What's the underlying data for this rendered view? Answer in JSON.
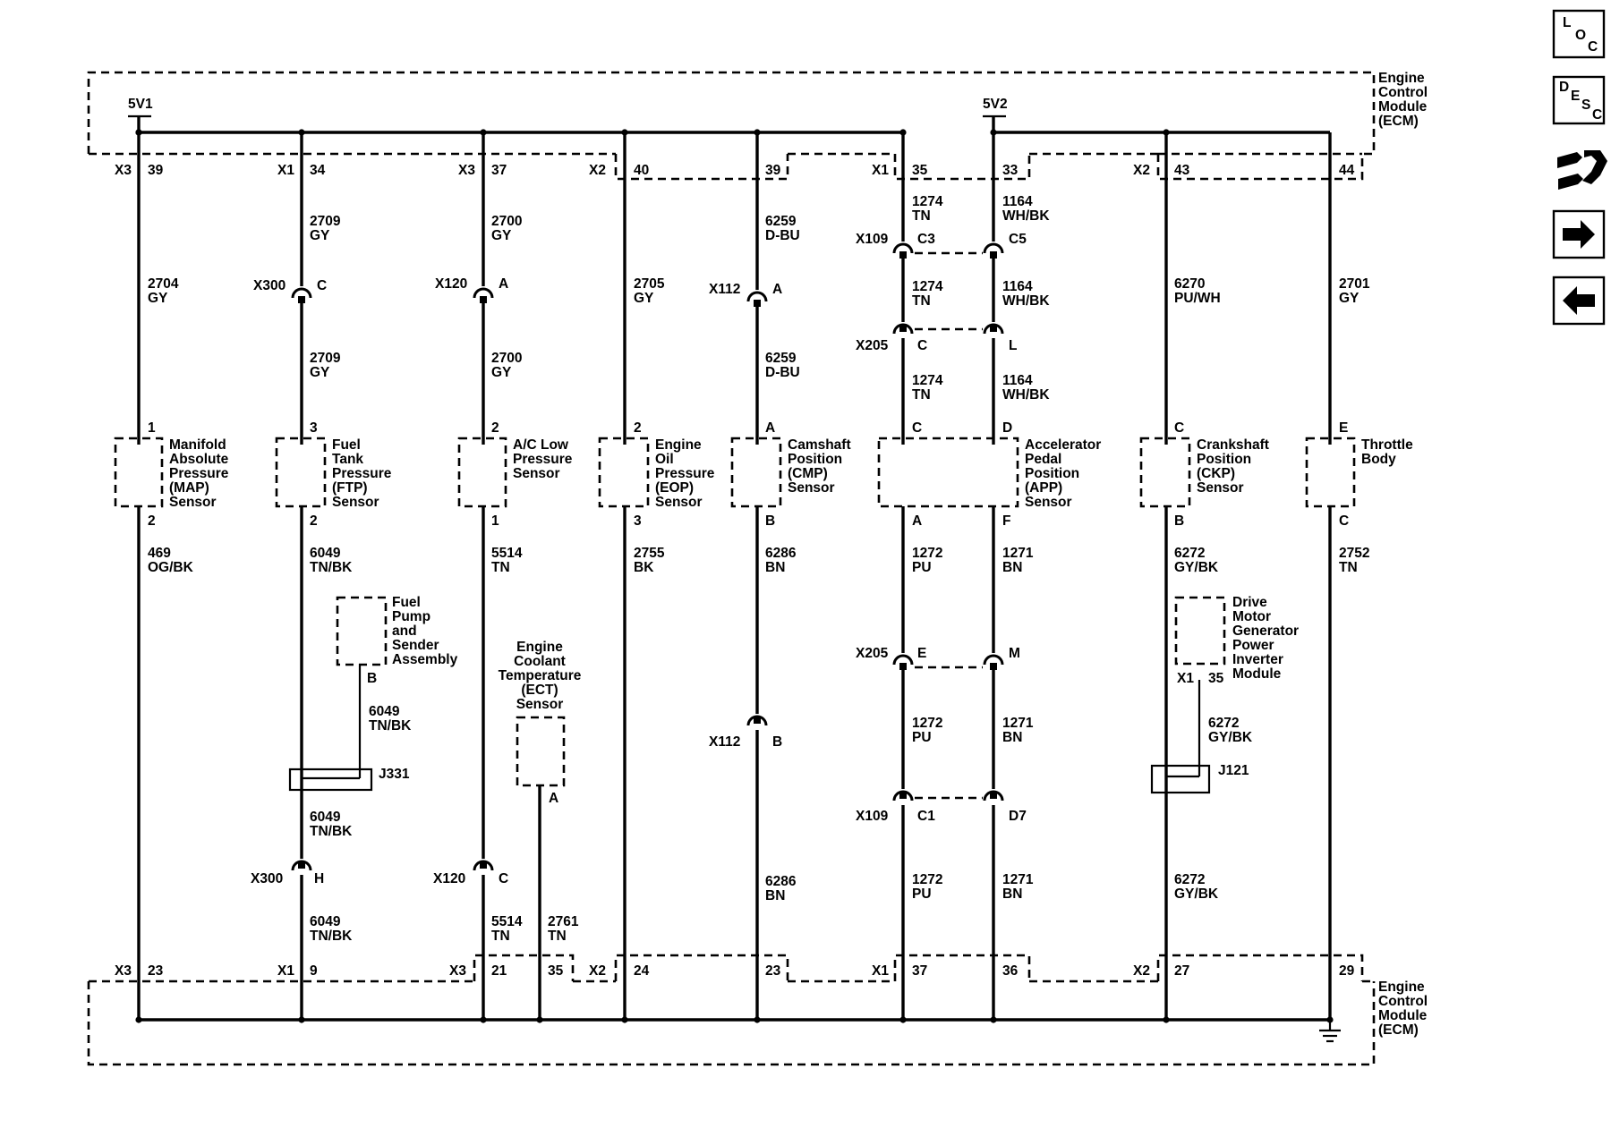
{
  "module": {
    "name_lines": [
      "Engine",
      "Control",
      "Module",
      "(ECM)"
    ]
  },
  "power": {
    "v1": "5V1",
    "v2": "5V2"
  },
  "top_pins": {
    "map": [
      "X3",
      "39"
    ],
    "ftp": [
      "X1",
      "34"
    ],
    "ac": [
      "X3",
      "37"
    ],
    "eop": [
      "X2",
      "40"
    ],
    "cmp": [
      "39"
    ],
    "app_c": [
      "X1",
      "35"
    ],
    "app_d": [
      "33"
    ],
    "ckp": [
      "X2",
      "43"
    ],
    "tb": [
      "44"
    ]
  },
  "bottom_pins": {
    "map": [
      "X3",
      "23"
    ],
    "ftp": [
      "X1",
      "9"
    ],
    "ac": [
      "X3",
      "21"
    ],
    "ect": [
      "35"
    ],
    "eop": [
      "X2",
      "24"
    ],
    "cmp": [
      "23"
    ],
    "app_a": [
      "X1",
      "37"
    ],
    "app_f": [
      "36"
    ],
    "ckp": [
      "X2",
      "27"
    ],
    "tb": [
      "29"
    ]
  },
  "wires": {
    "map_top": [
      "2704",
      "GY"
    ],
    "ftp_top1": [
      "2709",
      "GY"
    ],
    "ftp_top2": [
      "2709",
      "GY"
    ],
    "ac_top1": [
      "2700",
      "GY"
    ],
    "ac_top2": [
      "2700",
      "GY"
    ],
    "eop_top": [
      "2705",
      "GY"
    ],
    "cmp_top1": [
      "6259",
      "D-BU"
    ],
    "cmp_top2": [
      "6259",
      "D-BU"
    ],
    "appc_1": [
      "1274",
      "TN"
    ],
    "appc_2": [
      "1274",
      "TN"
    ],
    "appc_3": [
      "1274",
      "TN"
    ],
    "appd_1": [
      "1164",
      "WH/BK"
    ],
    "appd_2": [
      "1164",
      "WH/BK"
    ],
    "appd_3": [
      "1164",
      "WH/BK"
    ],
    "ckp_top": [
      "6270",
      "PU/WH"
    ],
    "tb_top": [
      "2701",
      "GY"
    ],
    "map_bot": [
      "469",
      "OG/BK"
    ],
    "ftp_bot1": [
      "6049",
      "TN/BK"
    ],
    "fuelpump": [
      "6049",
      "TN/BK"
    ],
    "ftp_bot2": [
      "6049",
      "TN/BK"
    ],
    "ftp_bot3": [
      "6049",
      "TN/BK"
    ],
    "ac_bot1": [
      "5514",
      "TN"
    ],
    "ac_bot2": [
      "5514",
      "TN"
    ],
    "ect": [
      "2761",
      "TN"
    ],
    "eop_bot": [
      "2755",
      "BK"
    ],
    "cmp_bot1": [
      "6286",
      "BN"
    ],
    "cmp_bot2": [
      "6286",
      "BN"
    ],
    "appa_1": [
      "1272",
      "PU"
    ],
    "appa_2": [
      "1272",
      "PU"
    ],
    "appa_3": [
      "1272",
      "PU"
    ],
    "appf_1": [
      "1271",
      "BN"
    ],
    "appf_2": [
      "1271",
      "BN"
    ],
    "appf_3": [
      "1271",
      "BN"
    ],
    "ckp_bot1": [
      "6272",
      "GY/BK"
    ],
    "ckp_bot2": [
      "6272",
      "GY/BK"
    ],
    "ckp_bot3": [
      "6272",
      "GY/BK"
    ],
    "tb_bot": [
      "2752",
      "TN"
    ]
  },
  "connectors": {
    "x300_c": [
      "X300",
      "C"
    ],
    "x300_h": [
      "X300",
      "H"
    ],
    "x120_a": [
      "X120",
      "A"
    ],
    "x120_c": [
      "X120",
      "C"
    ],
    "x112_a": [
      "X112",
      "A"
    ],
    "x112_b": [
      "X112",
      "B"
    ],
    "x109_c3": [
      "X109",
      "C3"
    ],
    "x109_c5": [
      "C5"
    ],
    "x205_c": [
      "X205",
      "C"
    ],
    "x205_l": [
      "L"
    ],
    "x205_e": [
      "X205",
      "E"
    ],
    "x205_m": [
      "M"
    ],
    "x109_c1": [
      "X109",
      "C1"
    ],
    "x109_d7": [
      "D7"
    ]
  },
  "splices": {
    "j331": "J331",
    "j121": "J121"
  },
  "components": {
    "map": {
      "lines": [
        "Manifold",
        "Absolute",
        "Pressure",
        "(MAP)",
        "Sensor"
      ],
      "pin_top": "1",
      "pin_bot": "2"
    },
    "ftp": {
      "lines": [
        "Fuel",
        "Tank",
        "Pressure",
        "(FTP)",
        "Sensor"
      ],
      "pin_top": "3",
      "pin_bot": "2"
    },
    "ac": {
      "lines": [
        "A/C Low",
        "Pressure",
        "Sensor"
      ],
      "pin_top": "2",
      "pin_bot": "1"
    },
    "eop": {
      "lines": [
        "Engine",
        "Oil",
        "Pressure",
        "(EOP)",
        "Sensor"
      ],
      "pin_top": "2",
      "pin_bot": "3"
    },
    "cmp": {
      "lines": [
        "Camshaft",
        "Position",
        "(CMP)",
        "Sensor"
      ],
      "pin_top": "A",
      "pin_bot": "B"
    },
    "app": {
      "lines": [
        "Accelerator",
        "Pedal",
        "Position",
        "(APP)",
        "Sensor"
      ],
      "pins": [
        "C",
        "D",
        "A",
        "F"
      ]
    },
    "ckp": {
      "lines": [
        "Crankshaft",
        "Position",
        "(CKP)",
        "Sensor"
      ],
      "pin_top": "C",
      "pin_bot": "B"
    },
    "tb": {
      "lines": [
        "Throttle",
        "Body"
      ],
      "pin_top": "E",
      "pin_bot": "C"
    },
    "fuelpump": {
      "lines": [
        "Fuel",
        "Pump",
        "and",
        "Sender",
        "Assembly"
      ],
      "pin": "B"
    },
    "ect": {
      "lines": [
        "Engine",
        "Coolant",
        "Temperature",
        "(ECT)",
        "Sensor"
      ],
      "pin": "A"
    },
    "inverter": {
      "lines": [
        "Drive",
        "Motor",
        "Generator",
        "Power",
        "Inverter",
        "Module"
      ],
      "pins": [
        "X1",
        "35"
      ]
    }
  },
  "nav": {
    "loc": [
      "L",
      "O",
      "C"
    ],
    "desc": [
      "D",
      "E",
      "S",
      "C"
    ],
    "connector_icon": "connector-end-view-icon",
    "next_icon": "arrow-right-icon",
    "prev_icon": "arrow-left-icon"
  }
}
